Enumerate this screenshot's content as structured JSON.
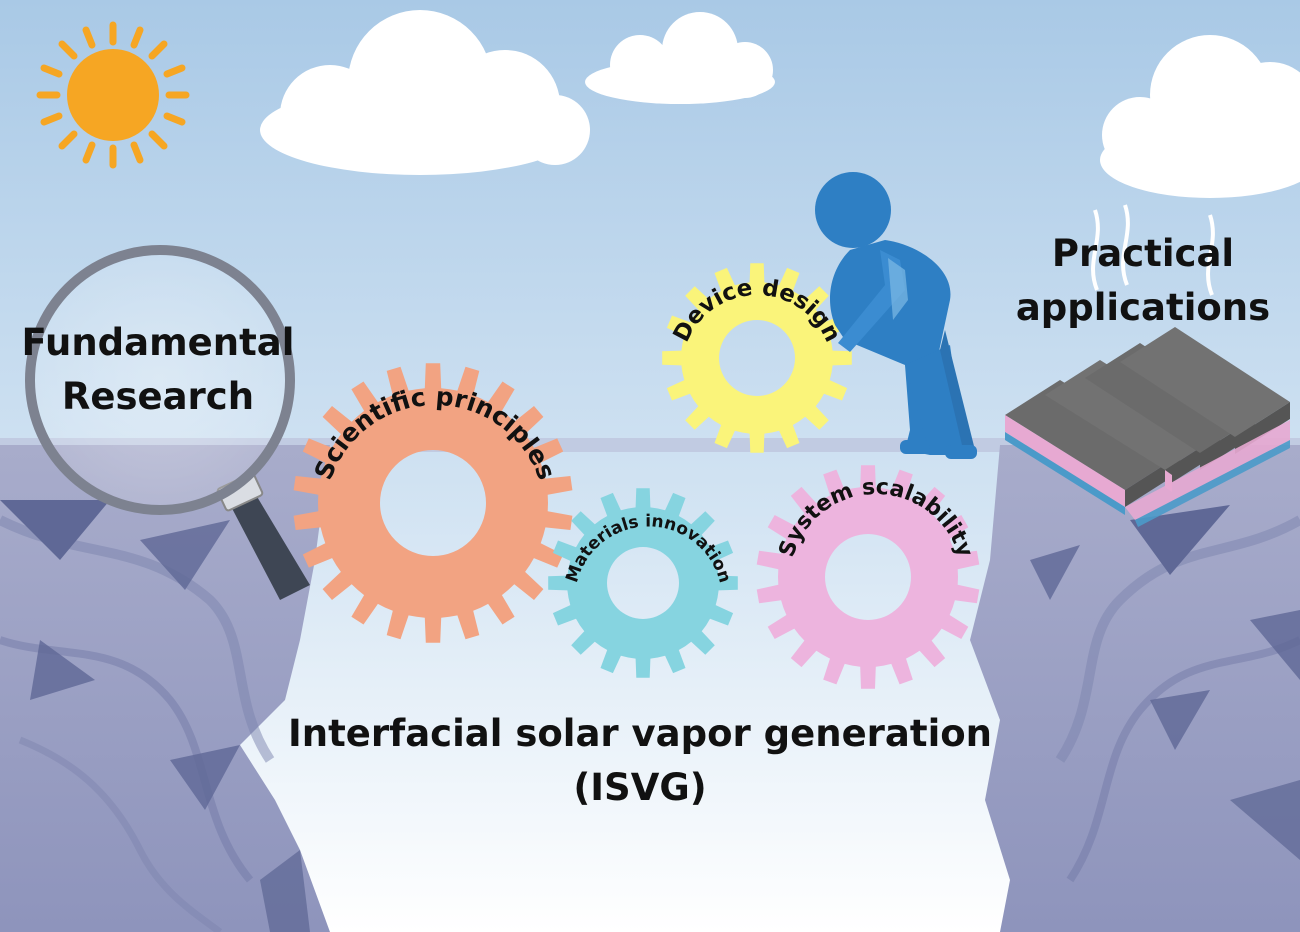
{
  "labels": {
    "fundamental_line1": "Fundamental",
    "fundamental_line2": "Research",
    "practical_line1": "Practical",
    "practical_line2": "applications",
    "main_title_line1": "Interfacial solar vapor generation",
    "main_title_line2": "(ISVG)"
  },
  "gears": [
    {
      "id": "scientific-principles",
      "label": "Scientific principles",
      "color": "#F2A382"
    },
    {
      "id": "device-design",
      "label": "Device design",
      "color": "#FAF47A"
    },
    {
      "id": "materials-innovation",
      "label": "Materials innovation",
      "color": "#86D4E0"
    },
    {
      "id": "system-scalability",
      "label": "System scalability",
      "color": "#EDB4DE"
    }
  ],
  "colors": {
    "sky_top": "#A9C9E6",
    "sky_bottom": "#FFFFFF",
    "sun": "#F6A623",
    "cliff": "#9AA0C4",
    "cliff_dark": "#5F6896",
    "person": "#2E7FC4",
    "magnifier_rim": "#7D8290",
    "panel_top": "#6B6B6B",
    "panel_pink": "#E7A9D2",
    "panel_blue": "#4B9AC9"
  },
  "icons": [
    "sun-icon",
    "cloud-icon",
    "magnifying-glass-icon",
    "person-icon",
    "solar-evaporator-icon",
    "gear-icon",
    "vapor-icon"
  ]
}
